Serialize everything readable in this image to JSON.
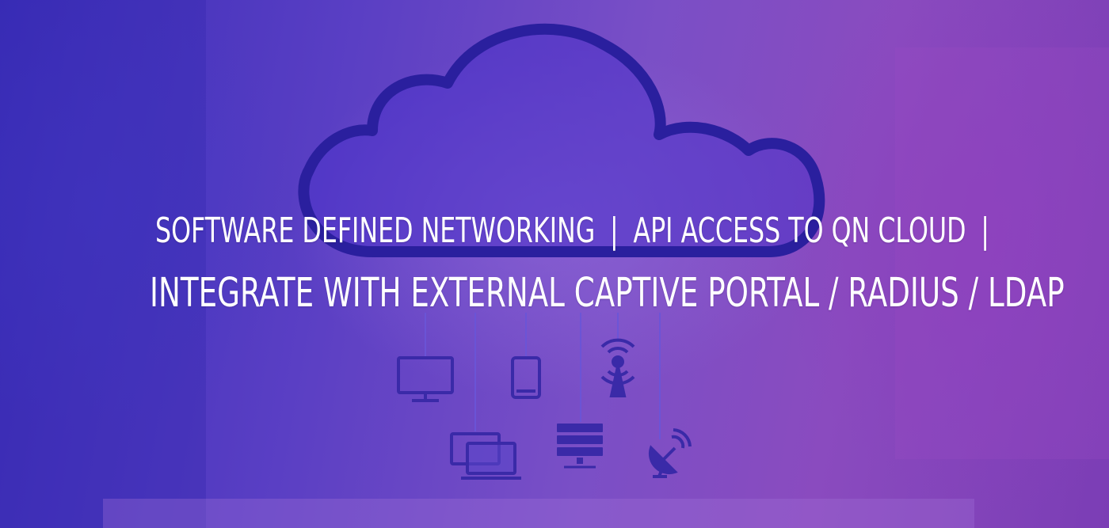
{
  "banner": {
    "line1": {
      "item1": "SOFTWARE DEFINED NETWORKING",
      "separator1": "|",
      "item2": "API ACCESS TO QN CLOUD",
      "separator2": "|"
    },
    "line2": {
      "text": "INTEGRATE WITH EXTERNAL CAPTIVE PORTAL / RADIUS / LDAP"
    }
  },
  "colors": {
    "background_left": "#3a2db8",
    "background_right": "#8a4bbf",
    "cloud_outline": "#2a1f9e",
    "text": "#ffffff"
  },
  "icons": [
    "cloud-icon",
    "monitor-icon",
    "tablet-icon",
    "broadcast-tower-icon",
    "laptops-icon",
    "server-icon",
    "satellite-dish-icon"
  ]
}
